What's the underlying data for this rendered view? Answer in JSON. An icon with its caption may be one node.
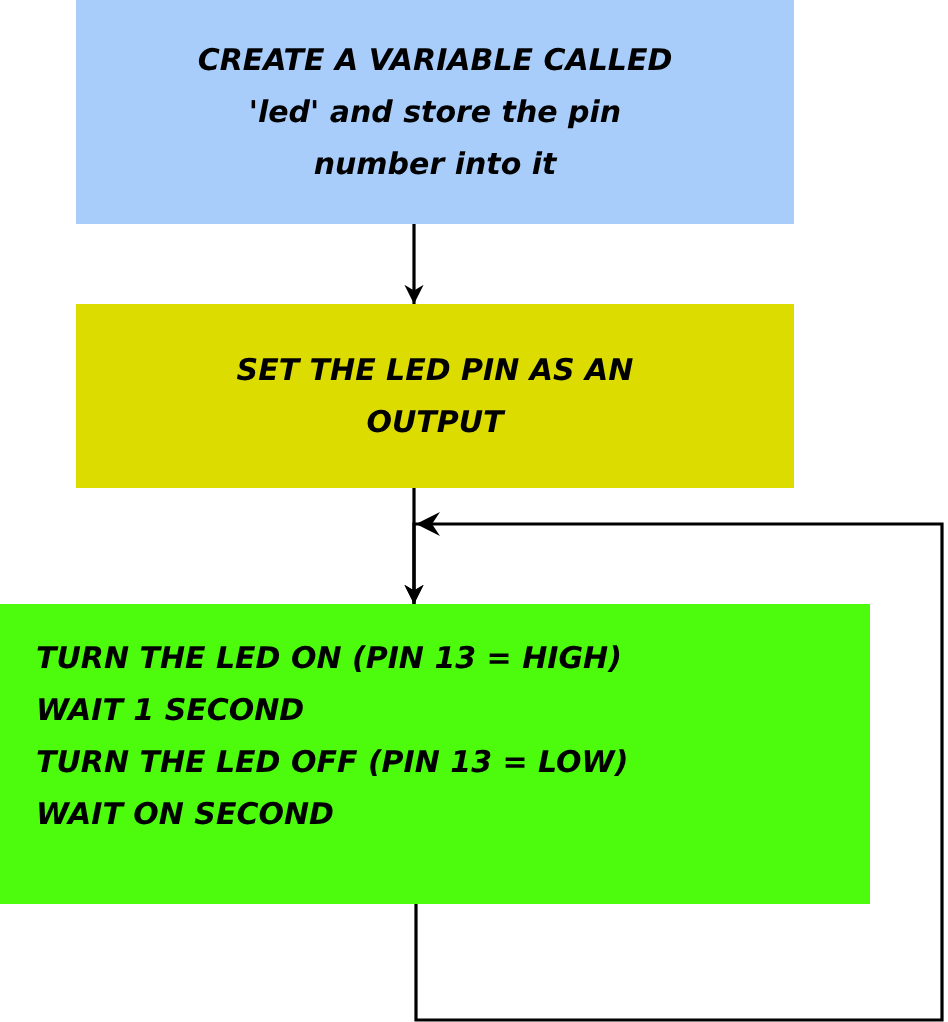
{
  "diagram": {
    "nodes": [
      {
        "text": [
          "CREATE A VARIABLE CALLED 'led' and store the pin number into it"
        ]
      },
      {
        "text": [
          "SET THE LED PIN AS AN OUTPUT"
        ]
      },
      {
        "text": [
          "TURN THE LED ON (PIN 13 = HIGH)",
          "WAIT 1 SECOND",
          "TURN THE LED OFF (PIN 13 = LOW)",
          "WAIT ON SECOND"
        ]
      }
    ],
    "edges": [
      {
        "from": 0,
        "to": 1,
        "arrow": "to"
      },
      {
        "from": 1,
        "to": 2,
        "arrow": "to"
      },
      {
        "from": 2,
        "to": 2,
        "arrow": "to"
      }
    ]
  }
}
